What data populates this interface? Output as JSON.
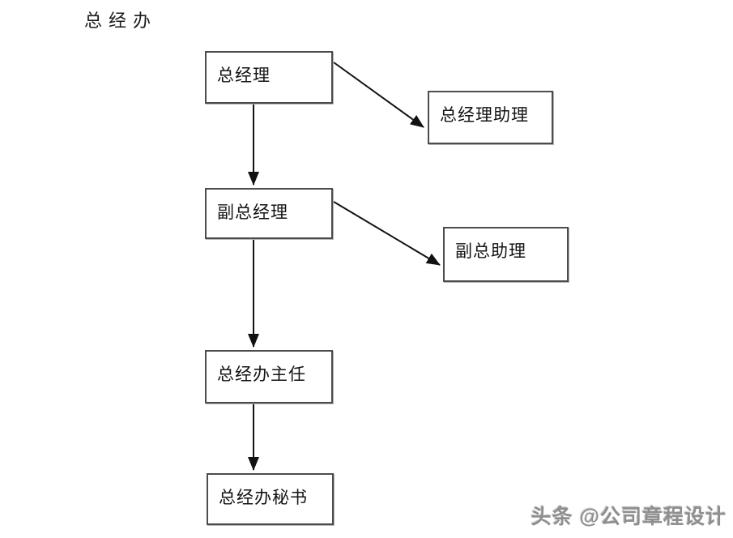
{
  "page": {
    "title": "总经办",
    "background_color": "#ffffff"
  },
  "diagram": {
    "type": "org-flowchart",
    "line_color": "#111111",
    "box_border_color": "#4c4c4c",
    "nodes": [
      {
        "id": "general-manager",
        "label": "总经理"
      },
      {
        "id": "gm-assistant",
        "label": "总经理助理"
      },
      {
        "id": "deputy-gm",
        "label": "副总经理"
      },
      {
        "id": "deputy-gm-assistant",
        "label": "副总助理"
      },
      {
        "id": "office-director",
        "label": "总经办主任"
      },
      {
        "id": "office-secretary",
        "label": "总经办秘书"
      }
    ],
    "edges": [
      {
        "from": "general-manager",
        "to": "deputy-gm",
        "direction": "down"
      },
      {
        "from": "general-manager",
        "to": "gm-assistant",
        "direction": "diagonal-right"
      },
      {
        "from": "deputy-gm",
        "to": "office-director",
        "direction": "down"
      },
      {
        "from": "deputy-gm",
        "to": "deputy-gm-assistant",
        "direction": "diagonal-right"
      },
      {
        "from": "office-director",
        "to": "office-secretary",
        "direction": "down"
      }
    ]
  },
  "watermark": {
    "text": "头条 @公司章程设计"
  }
}
